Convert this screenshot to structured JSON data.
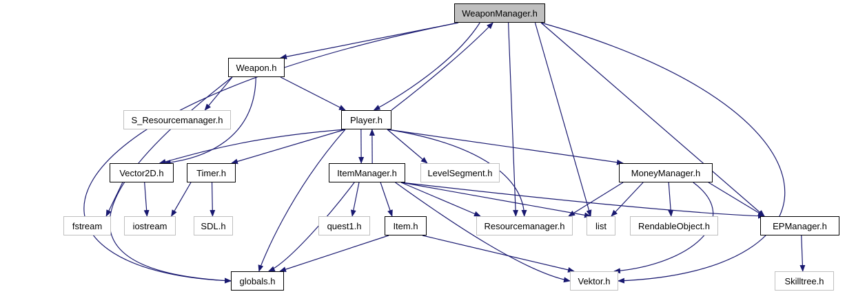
{
  "diagram": {
    "type": "include-dependency-graph",
    "edge_color": "#191970",
    "nodes": [
      {
        "id": "weaponmanager",
        "label": "WeaponManager.h",
        "style": "root"
      },
      {
        "id": "weapon",
        "label": "Weapon.h",
        "style": "documented"
      },
      {
        "id": "s_resourcemanager",
        "label": "S_Resourcemanager.h",
        "style": "external"
      },
      {
        "id": "player",
        "label": "Player.h",
        "style": "documented"
      },
      {
        "id": "vector2d",
        "label": "Vector2D.h",
        "style": "documented"
      },
      {
        "id": "timer",
        "label": "Timer.h",
        "style": "documented"
      },
      {
        "id": "itemmanager",
        "label": "ItemManager.h",
        "style": "documented"
      },
      {
        "id": "levelsegment",
        "label": "LevelSegment.h",
        "style": "external"
      },
      {
        "id": "moneymanager",
        "label": "MoneyManager.h",
        "style": "documented"
      },
      {
        "id": "fstream",
        "label": "fstream",
        "style": "external"
      },
      {
        "id": "iostream",
        "label": "iostream",
        "style": "external"
      },
      {
        "id": "sdl",
        "label": "SDL.h",
        "style": "external"
      },
      {
        "id": "quest1",
        "label": "quest1.h",
        "style": "external"
      },
      {
        "id": "item",
        "label": "Item.h",
        "style": "documented"
      },
      {
        "id": "resourcemanager",
        "label": "Resourcemanager.h",
        "style": "external"
      },
      {
        "id": "list",
        "label": "list",
        "style": "external"
      },
      {
        "id": "rendableobject",
        "label": "RendableObject.h",
        "style": "external"
      },
      {
        "id": "epmanager",
        "label": "EPManager.h",
        "style": "documented"
      },
      {
        "id": "globals",
        "label": "globals.h",
        "style": "documented"
      },
      {
        "id": "vektor",
        "label": "Vektor.h",
        "style": "external"
      },
      {
        "id": "skilltree",
        "label": "Skilltree.h",
        "style": "external"
      }
    ],
    "edges": [
      {
        "from": "weaponmanager",
        "to": "weapon"
      },
      {
        "from": "weaponmanager",
        "to": "globals"
      },
      {
        "from": "weaponmanager",
        "to": "player"
      },
      {
        "from": "weaponmanager",
        "to": "resourcemanager"
      },
      {
        "from": "weaponmanager",
        "to": "list"
      },
      {
        "from": "weaponmanager",
        "to": "epmanager"
      },
      {
        "from": "weaponmanager",
        "to": "vektor"
      },
      {
        "from": "weapon",
        "to": "s_resourcemanager"
      },
      {
        "from": "weapon",
        "to": "player"
      },
      {
        "from": "weapon",
        "to": "vector2d"
      },
      {
        "from": "weapon",
        "to": "globals"
      },
      {
        "from": "player",
        "to": "weaponmanager"
      },
      {
        "from": "player",
        "to": "vector2d"
      },
      {
        "from": "player",
        "to": "timer"
      },
      {
        "from": "player",
        "to": "itemmanager"
      },
      {
        "from": "player",
        "to": "levelsegment"
      },
      {
        "from": "player",
        "to": "resourcemanager"
      },
      {
        "from": "player",
        "to": "moneymanager"
      },
      {
        "from": "player",
        "to": "globals"
      },
      {
        "from": "vector2d",
        "to": "fstream"
      },
      {
        "from": "vector2d",
        "to": "iostream"
      },
      {
        "from": "timer",
        "to": "iostream"
      },
      {
        "from": "timer",
        "to": "sdl"
      },
      {
        "from": "itemmanager",
        "to": "player"
      },
      {
        "from": "itemmanager",
        "to": "quest1"
      },
      {
        "from": "itemmanager",
        "to": "item"
      },
      {
        "from": "itemmanager",
        "to": "resourcemanager"
      },
      {
        "from": "itemmanager",
        "to": "list"
      },
      {
        "from": "itemmanager",
        "to": "epmanager"
      },
      {
        "from": "itemmanager",
        "to": "globals"
      },
      {
        "from": "itemmanager",
        "to": "vektor"
      },
      {
        "from": "item",
        "to": "globals"
      },
      {
        "from": "item",
        "to": "vektor"
      },
      {
        "from": "moneymanager",
        "to": "resourcemanager"
      },
      {
        "from": "moneymanager",
        "to": "list"
      },
      {
        "from": "moneymanager",
        "to": "rendableobject"
      },
      {
        "from": "moneymanager",
        "to": "epmanager"
      },
      {
        "from": "moneymanager",
        "to": "vektor"
      },
      {
        "from": "epmanager",
        "to": "skilltree"
      }
    ]
  }
}
